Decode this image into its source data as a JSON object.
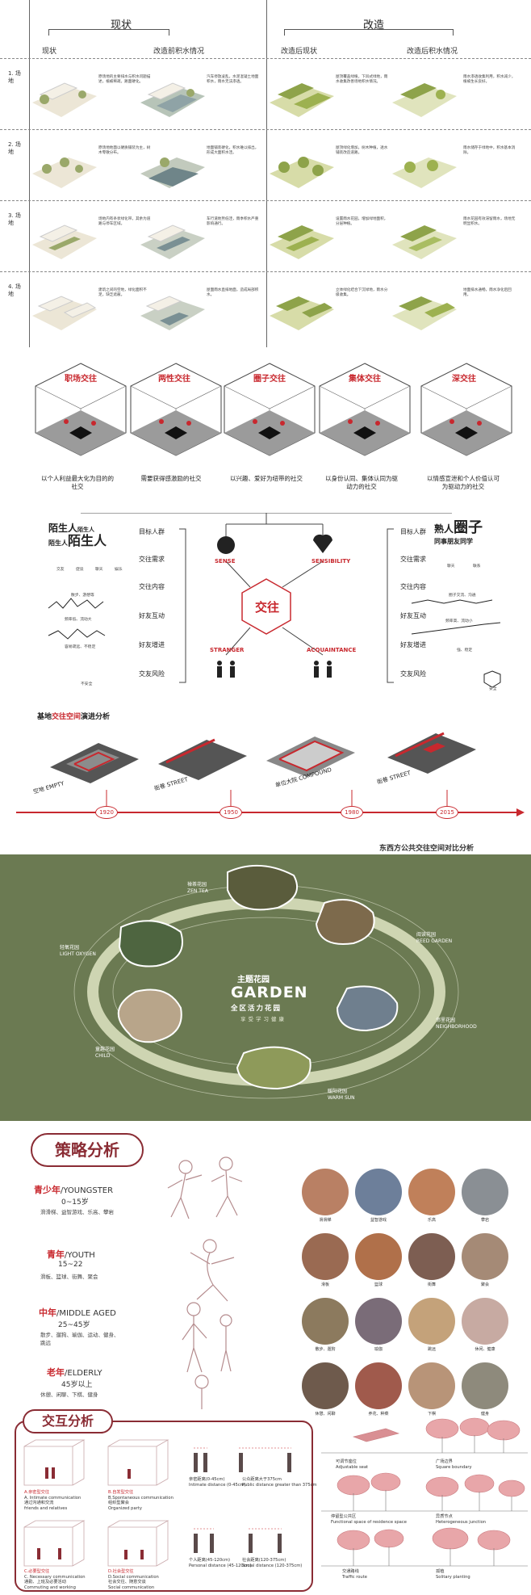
{
  "comparison": {
    "header_current": "现状",
    "header_reform": "改造",
    "sub_current": "现状",
    "sub_current_water": "改造前积水情况",
    "sub_reform": "改造后现状",
    "sub_reform_water": "改造后积水情况",
    "rows": [
      {
        "label": "1. 场地",
        "t1": "原场地的主要排水与积水问题描述，植被稀疏，路面硬化。",
        "t2": "汽车停放凌乱，水泥混凝土地面积水，雨水无法渗透。",
        "t3": "屋顶覆盖绿植，下凹式绿地，雨水收集改善场地积水情况。",
        "t4": "雨水渗透收集利用，积水减少，植被生长良好。"
      },
      {
        "label": "2. 场地",
        "t1": "原场地地面以硬质铺装为主，树木零散分布。",
        "t2": "地面铺装硬化，积水难以排出，形成大面积水洼。",
        "t3": "屋顶绿化增加，树木种植，透水铺装改造道路。",
        "t4": "雨水储存于绿地中，积水基本消除。"
      },
      {
        "label": "3. 场地",
        "t1": "场地内有条状绿化带，其余为道路与停车区域。",
        "t2": "车行道地势低洼，雨季积水严重影响通行。",
        "t3": "设置雨水花园，增加绿地面积，分层种植。",
        "t4": "雨水花园有效滞留雨水，场地无明显积水。"
      },
      {
        "label": "4. 场地",
        "t1": "建筑之间的空地，绿化面积不足，缺乏遮蔽。",
        "t2": "屋面雨水直排地面，造成局部积水。",
        "t3": "立体绿化结合下沉绿地，雨水分级收集。",
        "t4": "地面排水通畅，雨水净化后回用。"
      }
    ]
  },
  "hexagons": [
    {
      "label": "职场交往",
      "caption": "以个人利益最大化为目的的社交"
    },
    {
      "label": "两性交往",
      "caption": "需要获得感激励的社交"
    },
    {
      "label": "圈子交往",
      "caption": "以兴趣、爱好为纽带的社交"
    },
    {
      "label": "集体交往",
      "caption": "以身份认同、集体认同为驱动力的社交"
    },
    {
      "label": "深交往",
      "caption": "以情感宣泄和个人价值认可为驱动力的社交"
    }
  ],
  "roles": {
    "left_title": "陌生人",
    "left_chars": [
      "陌生人",
      "陌生人",
      "陌生人",
      "陌生人"
    ],
    "right_title": "圈子",
    "right_chars": [
      "熟人",
      "同事",
      "朋友",
      "同学"
    ],
    "rows": [
      "目标人群",
      "交往需求",
      "交往内容",
      "好友互动",
      "好友增进",
      "交友风险"
    ],
    "left_notes": [
      "交友",
      "促谈",
      "聊天",
      "娱乐",
      "散步、游憩等",
      "频率低、流动大",
      "容易疏远、不稳定",
      "不安全"
    ],
    "right_notes": [
      "聊天",
      "联系",
      "圈子交流、沟通",
      "频率高、流动小",
      "强、稳定",
      "安全"
    ],
    "center": "交往",
    "sense": "SENSE",
    "sensibility": "SENSIBILITY",
    "stranger": "STRANGER",
    "acquaintance": "ACQUAINTANCE"
  },
  "timeline": {
    "title": "基地交往空间演进分析",
    "title_red": "交往空间",
    "title_black_a": "基地",
    "title_black_b": "演进分析",
    "items": [
      {
        "year": "1920",
        "tag": "空地 EMPTY"
      },
      {
        "year": "1950",
        "tag": "街巷 STREET"
      },
      {
        "year": "1980",
        "tag": "单位大院 COMPOUND"
      },
      {
        "year": "2015",
        "tag": "街巷 STREET"
      }
    ],
    "right_title": "东西方公共交往空间对比分析"
  },
  "garden": {
    "cn_title": "主题花园",
    "en_title": "GARDEN",
    "subtitle": "全区活力花园",
    "tagline": "享受学习健康",
    "nodes": [
      {
        "cn": "禅茶花园",
        "en": "ZEN TEA"
      },
      {
        "cn": "阅读花园",
        "en": "REED GARDEN"
      },
      {
        "cn": "邻里花园",
        "en": "NEIGHBORHOOD"
      },
      {
        "cn": "暖阳花园",
        "en": "WARM SUN"
      },
      {
        "cn": "童趣花园",
        "en": "CHILD"
      },
      {
        "cn": "轻氧花园",
        "en": "LIGHT OXYGEN"
      }
    ]
  },
  "strategy": {
    "title": "策略分析",
    "groups": [
      {
        "cn": "青少年",
        "en": "/YOUNGSTER",
        "range": "0~15岁",
        "acts": "滑滑梯、益智游戏、乐高、攀岩",
        "photos": [
          "滑滑梯",
          "益智游戏",
          "乐高",
          "攀岩"
        ]
      },
      {
        "cn": "青年",
        "en": "/YOUTH",
        "range": "15~22",
        "acts": "滑板、篮球、街舞、聚会",
        "photos": [
          "滑板",
          "篮球",
          "街舞",
          "聚会"
        ]
      },
      {
        "cn": "中年",
        "en": "/MIDDLE AGED",
        "range": "25~45岁",
        "acts": "散步、遛狗、瑜伽、运动、健身、跳远",
        "photos": [
          "散步、遛狗",
          "瑜伽",
          "跳远",
          "休闲、健康"
        ]
      },
      {
        "cn": "老年",
        "en": "/ELDERLY",
        "range": "45岁以上",
        "acts": "休憩、闲聊、下棋、健身",
        "photos": [
          "休憩、闲聊",
          "养花、种菜",
          "下棋",
          "健身"
        ]
      }
    ]
  },
  "interaction": {
    "title": "交互分析",
    "cells": [
      {
        "cn": "A.亲密型交往",
        "en": "A. Intimate communication",
        "desc": "通过沟通和交流",
        "desc2": "friends and relatives"
      },
      {
        "cn": "B.自发型交往",
        "en": "B.Spontaneous communication",
        "desc": "组织型聚会",
        "desc2": "Organized party"
      },
      {
        "cn": "C.必要型交往",
        "en": "C. Necessary communication",
        "desc": "通勤、上班及必要活动",
        "desc2": "Commuting and working"
      },
      {
        "cn": "D.社会型交往",
        "en": "D.Social communication",
        "desc": "社会交往、随意交谈",
        "desc2": "Social communication"
      }
    ],
    "distances": [
      {
        "cn": "亲密距离(0-45cm)",
        "en": "Intimate distance (0-45cm)"
      },
      {
        "cn": "公众距离大于375cm",
        "en": "Public distance greater than 375cm"
      },
      {
        "cn": "个人距离(45-120cm)",
        "en": "Personal distance (45-120cm)"
      },
      {
        "cn": "社会距离(120-375cm)",
        "en": "Social distance (120-375cm)"
      }
    ],
    "right_labels": [
      {
        "cn": "可调节座位",
        "en": "Adjustable seat"
      },
      {
        "cn": "广场边界",
        "en": "Square boundary"
      },
      {
        "cn": "停留型公共区",
        "en": "Functional space of residence space"
      },
      {
        "cn": "异质节点",
        "en": "Heterogeneous junction"
      },
      {
        "cn": "交通路线",
        "en": "Traffic route"
      },
      {
        "cn": "孤植",
        "en": "Solitary planting"
      }
    ]
  },
  "colors": {
    "accent": "#c8282e",
    "maroon": "#8a2c34",
    "garden": "#6b7a52",
    "pink": "#e8a6a9"
  }
}
